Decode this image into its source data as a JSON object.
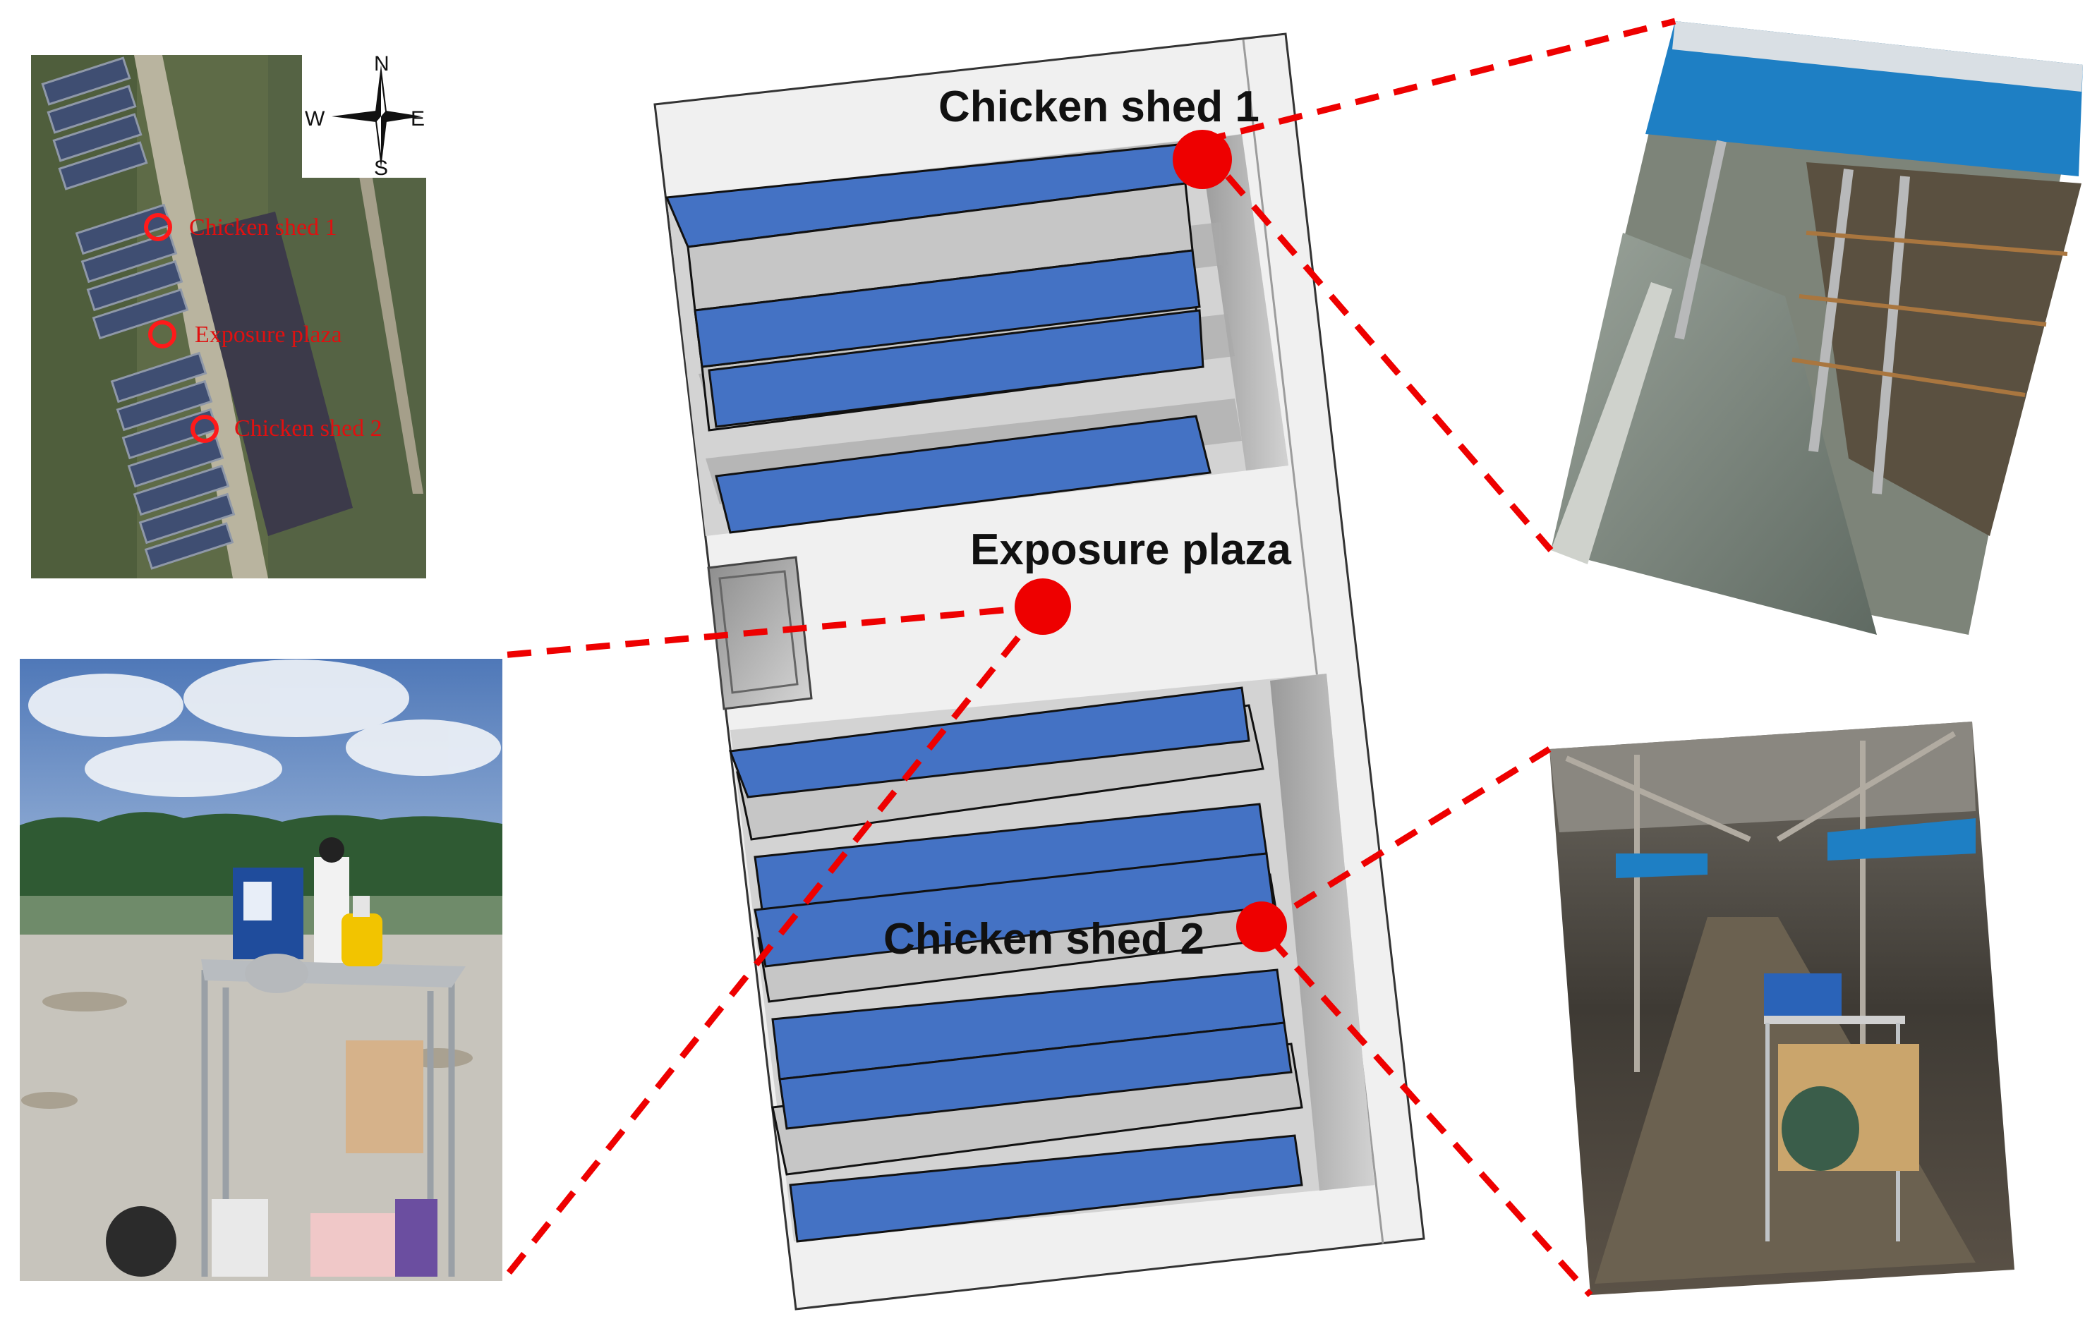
{
  "colors": {
    "accent_red": "#ee0000",
    "roof_blue": "#4472c4",
    "wall_gray": "#c8c8c8",
    "floor_gray": "#f0f0f0"
  },
  "satellite_map": {
    "compass": {
      "north": "N",
      "south": "S",
      "east": "E",
      "west": "W"
    },
    "markers": [
      {
        "label": "Chicken shed 1"
      },
      {
        "label": "Exposure plaza"
      },
      {
        "label": "Chicken shed 2"
      }
    ]
  },
  "site_plan": {
    "labels": {
      "shed1": "Chicken shed 1",
      "plaza": "Exposure plaza",
      "shed2": "Chicken shed 2"
    }
  },
  "photos": [
    {
      "subject": "shed-1-aisle-photo"
    },
    {
      "subject": "plaza-sampler-photo"
    },
    {
      "subject": "shed-2-interior-photo"
    }
  ]
}
